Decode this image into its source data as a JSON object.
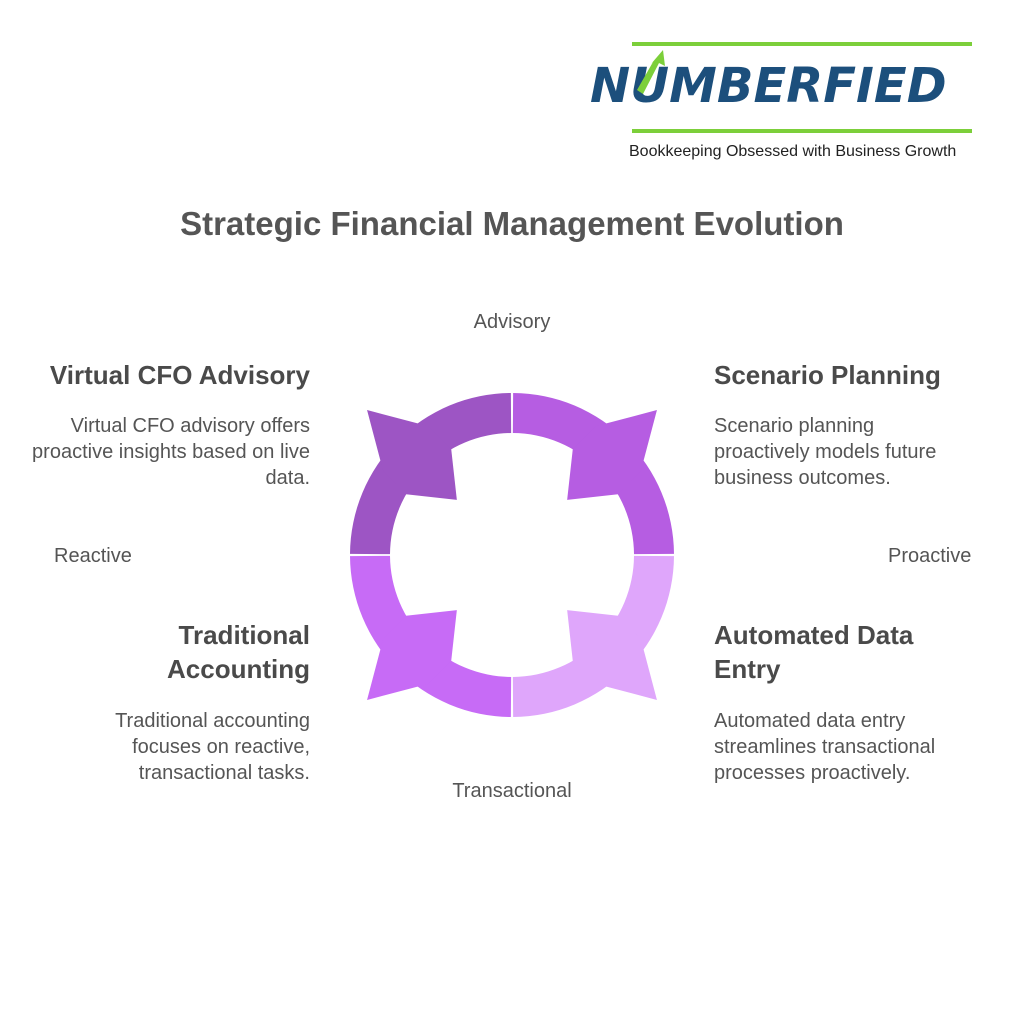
{
  "logo": {
    "wordmark": "NUMBERFIED",
    "tagline": "Bookkeeping Obsessed with Business Growth",
    "colors": {
      "navy": "#1c4f7c",
      "green": "#7ccf3a"
    }
  },
  "title": "Strategic Financial Management Evolution",
  "axes": {
    "top": "Advisory",
    "bottom": "Transactional",
    "left": "Reactive",
    "right": "Proactive"
  },
  "quadrants": [
    {
      "heading": "Virtual CFO Advisory",
      "description": "Virtual CFO advisory offers proactive insights based on live data.",
      "color": "#9d55c4"
    },
    {
      "heading": "Scenario Planning",
      "description": "Scenario planning proactively models future business outcomes.",
      "color": "#b65de2"
    },
    {
      "heading": "Traditional Accounting",
      "description": "Traditional accounting focuses on reactive, transactional tasks.",
      "color": "#c76bf6"
    },
    {
      "heading": "Automated Data Entry",
      "description": "Automated data entry streamlines transactional processes proactively.",
      "color": "#dfa6fb"
    }
  ]
}
